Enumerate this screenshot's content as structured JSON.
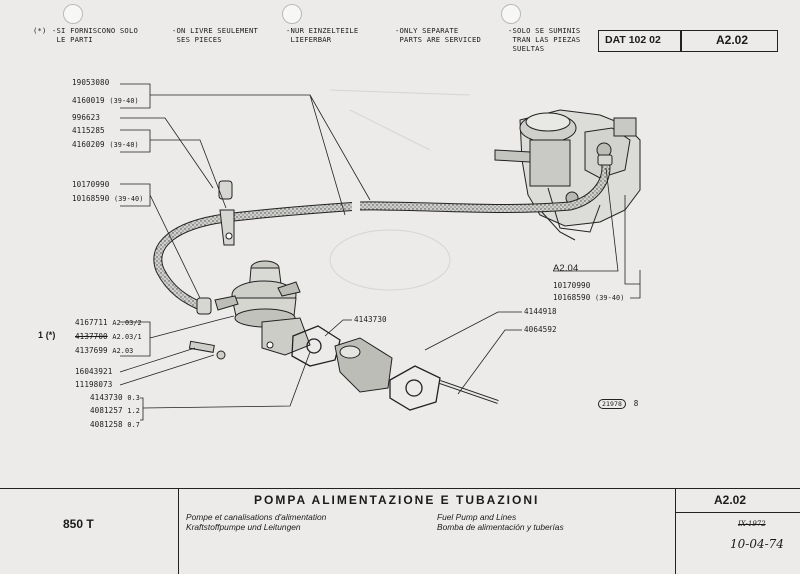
{
  "header": {
    "mark": "(*)",
    "notes": [
      "-SI FORNISCONO SOLO\n LE PARTI",
      "-ON LIVRE SEULEMENT\n SES PIECES",
      "-NUR EINZELTEILE\n LIEFERBAR",
      "-ONLY SEPARATE\n PARTS ARE SERVICED",
      "-SOLO SE SUMINIS\n TRAN LAS PIEZAS\n SUELTAS"
    ],
    "dat_label": "DAT 102 02",
    "code": "A2.02"
  },
  "diagram": {
    "refs": {
      "r1a": "19053080",
      "r1b": "4160019",
      "r1b_note": "(39-40)",
      "r2a": "996623",
      "r2b": "4115285",
      "r2c": "4160209",
      "r2c_note": "(39-40)",
      "r3a": "10170990",
      "r3b": "10168590",
      "r3b_note": "(39-40)",
      "a204": "A2.04",
      "r4a": "10170990",
      "r4b": "10168590",
      "r4b_note": "(39-40)",
      "r5": "4144918",
      "r6": "4064592",
      "r7": "4143730",
      "star": "1 (*)",
      "p1": "4167711",
      "p1_note": "A2.03/2",
      "p2": "4137700",
      "p2_note": "A2.03/1",
      "p3": "4137699",
      "p3_note": "A2.03",
      "b1": "16043921",
      "b2": "11198073",
      "g1": "4143730",
      "g1_note": "0.3",
      "g2": "4081257",
      "g2_note": "1.2",
      "g3": "4081258",
      "g3_note": "0.7",
      "fig": "21978",
      "fig_b": "8"
    }
  },
  "footer": {
    "model": "850 T",
    "title": "POMPA ALIMENTAZIONE E TUBAZIONI",
    "fr": "Pompe et canalisations d'alimentation",
    "de": "Kraftstoffpumpe und Leitungen",
    "en": "Fuel Pump and Lines",
    "es": "Bomba de alimentación y tuberías",
    "code": "A2.02",
    "hand_old": "IX-1972",
    "hand_date": "10-04-74"
  }
}
